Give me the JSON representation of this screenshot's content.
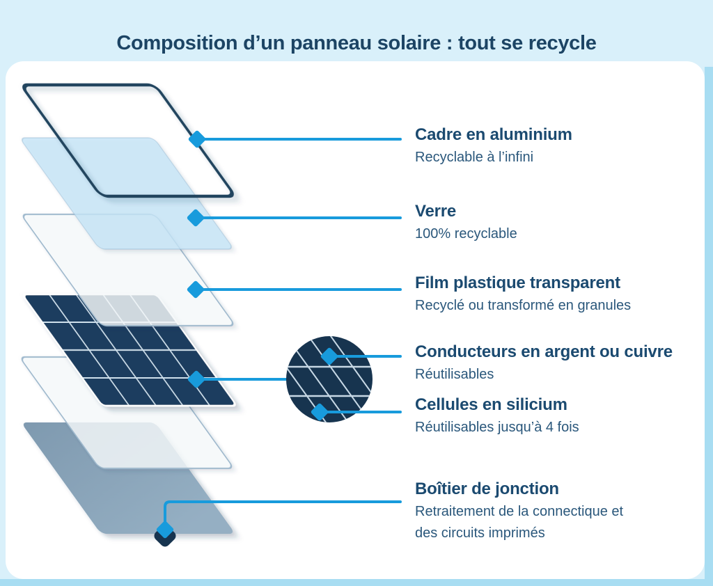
{
  "title": "Composition d’un panneau solaire : tout se recycle",
  "colors": {
    "page_bg": "#D9F0FA",
    "band_bg": "#A8DDF2",
    "card_bg": "#FFFFFF",
    "title_text": "#1C4464",
    "heading_text": "#1B4A70",
    "subtitle_text": "#2A577B",
    "accent": "#189BDC",
    "frame_stroke": "#24455F",
    "glass_fill": "#C5E5F7",
    "film_fill": "#F7FBFD",
    "film_stroke": "#9FB9CD",
    "cells_fill": "#1C3D5E",
    "grid_line": "#CFE0EC",
    "circle_fill": "#17344F",
    "box_fill": "#17344F",
    "backsheet_top": "#7E99AF",
    "backsheet_bottom": "#95AFC3"
  },
  "labels": [
    {
      "title": "Cadre en aluminium",
      "lines": [
        "Recyclable à l’infini"
      ]
    },
    {
      "title": "Verre",
      "lines": [
        "100% recyclable"
      ]
    },
    {
      "title": "Film plastique transparent",
      "lines": [
        "Recyclé ou transformé en granules"
      ]
    },
    {
      "title": "Conducteurs en argent ou cuivre",
      "lines": [
        "Réutilisables"
      ]
    },
    {
      "title": "Cellules en silicium",
      "lines": [
        "Réutilisables jusqu’à 4 fois"
      ]
    },
    {
      "title": "Boîtier de jonction",
      "lines": [
        "Retraitement de la connectique et",
        "des circuits imprimés"
      ]
    }
  ],
  "layer_names": [
    "cadre-aluminium",
    "verre",
    "film-plastique",
    "cellules-silicium",
    "film-encapsulant",
    "face-arriere",
    "boitier-de-jonction"
  ]
}
